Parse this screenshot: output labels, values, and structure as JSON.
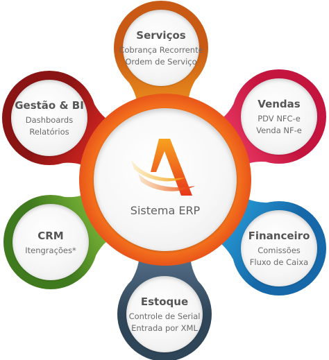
{
  "center": {
    "label": "Sistema ERP",
    "logo_icon": "stylized-a-flame-logo"
  },
  "modules": [
    {
      "id": "servicos",
      "title": "Serviços",
      "lines": [
        "Cobrança Recorrente",
        "Ordem de Serviço"
      ],
      "color": "#f39a1f",
      "dark": "#c85a15"
    },
    {
      "id": "vendas",
      "title": "Vendas",
      "lines": [
        "PDV NFC-e",
        "Venda NF-e"
      ],
      "color": "#ef3f6a",
      "dark": "#c4153f"
    },
    {
      "id": "financeiro",
      "title": "Financeiro",
      "lines": [
        "Comissões",
        "Fluxo de Caixa"
      ],
      "color": "#2aa3dd",
      "dark": "#1668a8"
    },
    {
      "id": "estoque",
      "title": "Estoque",
      "lines": [
        "Controle de Serial",
        "Entrada por XML"
      ],
      "color": "#5f7a96",
      "dark": "#2f4558"
    },
    {
      "id": "crm",
      "title": "CRM",
      "lines": [
        "Itengrações*"
      ],
      "color": "#8bc43f",
      "dark": "#3f7a1e"
    },
    {
      "id": "gestao",
      "title": "Gestão & BI",
      "lines": [
        "Dashboards",
        "Relatórios"
      ],
      "color": "#e12a24",
      "dark": "#8a1313"
    }
  ],
  "colors": {
    "center_ring": "#f77a1e",
    "center_ring_dark": "#e8551a"
  }
}
